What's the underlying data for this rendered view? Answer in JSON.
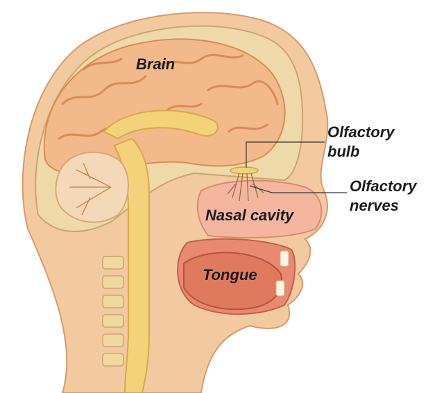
{
  "diagram": {
    "labels": {
      "brain": "Brain",
      "olfactory_bulb_line1": "Olfactory",
      "olfactory_bulb_line2": "bulb",
      "olfactory_nerves_line1": "Olfactory",
      "olfactory_nerves_line2": "nerves",
      "nasal_cavity": "Nasal cavity",
      "tongue": "Tongue"
    },
    "colors": {
      "skin": "#f3c9a0",
      "skin_edge": "#d59a6c",
      "skull": "#efd9a8",
      "brain": "#f2b98a",
      "brain_fold": "#d98a5a",
      "brainstem": "#f3d27a",
      "cerebellum": "#f4d9b8",
      "nasal_cavity": "#f5b6a0",
      "tongue": "#e07a5f",
      "spine": "#f0d8a0",
      "label_text": "#1a1a1a",
      "leader_line": "#333333"
    }
  }
}
